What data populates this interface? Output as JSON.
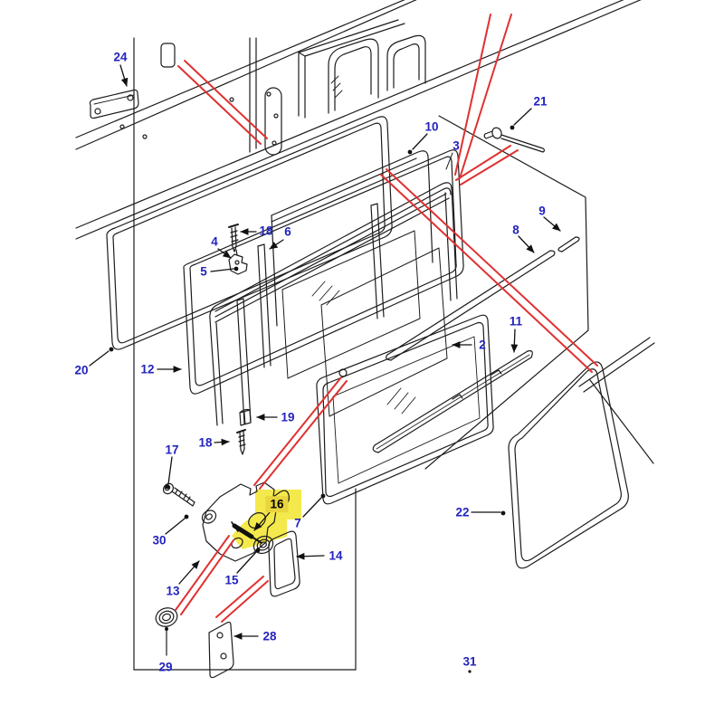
{
  "diagram": {
    "type": "exploded-parts-diagram",
    "highlighted_part": "16",
    "colors": {
      "label_text": "#2323bd",
      "highlight_blob": "#f4e94c",
      "highlight_box": "#e9d53e",
      "highlight_text": "#000000",
      "pointer_lines": "#e03131",
      "line_art": "#1c1c1c",
      "background": "#ffffff"
    },
    "labels": [
      {
        "id": "24",
        "text": "24",
        "highlighted": false
      },
      {
        "id": "21",
        "text": "21",
        "highlighted": false
      },
      {
        "id": "10",
        "text": "10",
        "highlighted": false
      },
      {
        "id": "3",
        "text": "3",
        "highlighted": false
      },
      {
        "id": "18a",
        "text": "18",
        "highlighted": false
      },
      {
        "id": "6",
        "text": "6",
        "highlighted": false
      },
      {
        "id": "4",
        "text": "4",
        "highlighted": false
      },
      {
        "id": "5",
        "text": "5",
        "highlighted": false
      },
      {
        "id": "8",
        "text": "8",
        "highlighted": false
      },
      {
        "id": "9",
        "text": "9",
        "highlighted": false
      },
      {
        "id": "20",
        "text": "20",
        "highlighted": false
      },
      {
        "id": "12",
        "text": "12",
        "highlighted": false
      },
      {
        "id": "2",
        "text": "2",
        "highlighted": false
      },
      {
        "id": "11",
        "text": "11",
        "highlighted": false
      },
      {
        "id": "22",
        "text": "22",
        "highlighted": false
      },
      {
        "id": "19",
        "text": "19",
        "highlighted": false
      },
      {
        "id": "18b",
        "text": "18",
        "highlighted": false
      },
      {
        "id": "17",
        "text": "17",
        "highlighted": false
      },
      {
        "id": "30",
        "text": "30",
        "highlighted": false
      },
      {
        "id": "13",
        "text": "13",
        "highlighted": false
      },
      {
        "id": "15",
        "text": "15",
        "highlighted": false
      },
      {
        "id": "16",
        "text": "16",
        "highlighted": true
      },
      {
        "id": "7",
        "text": "7",
        "highlighted": false
      },
      {
        "id": "14",
        "text": "14",
        "highlighted": false
      },
      {
        "id": "28",
        "text": "28",
        "highlighted": false
      },
      {
        "id": "29",
        "text": "29",
        "highlighted": false
      },
      {
        "id": "31",
        "text": "31",
        "highlighted": false
      }
    ]
  }
}
